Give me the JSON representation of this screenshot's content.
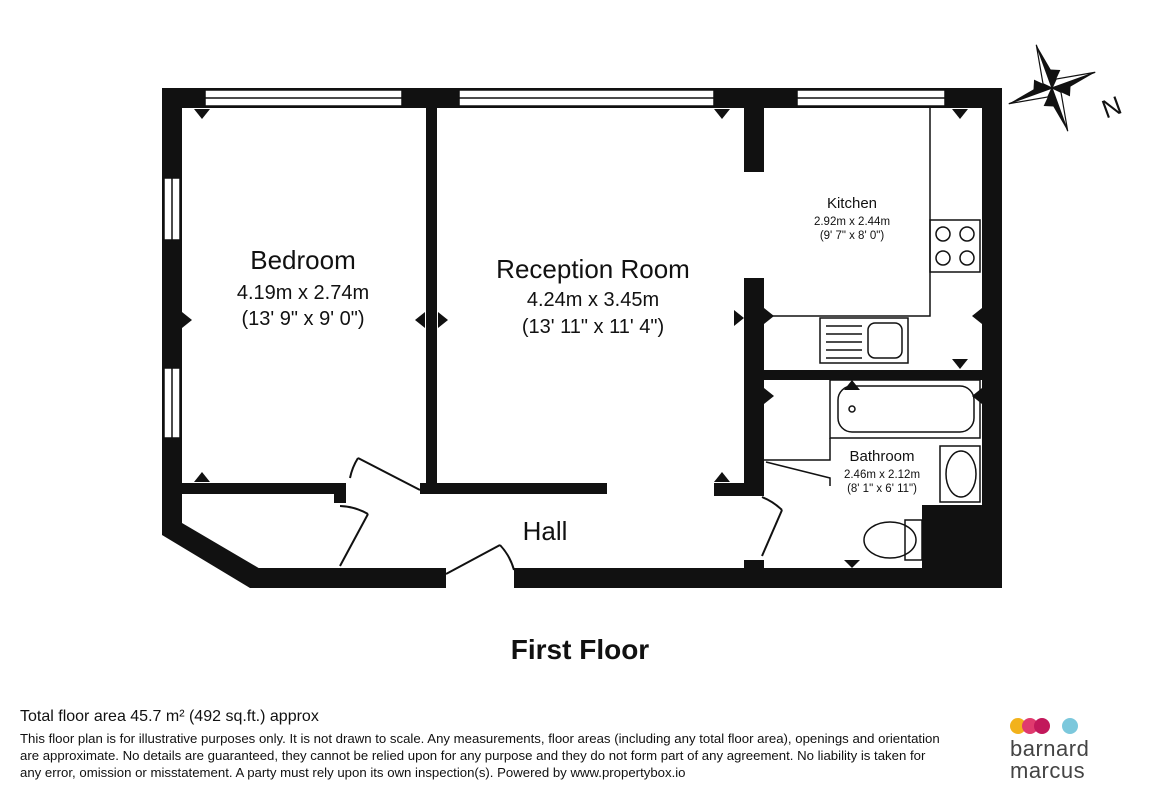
{
  "rooms": {
    "bedroom": {
      "name": "Bedroom",
      "metric": "4.19m x 2.74m",
      "imperial": "(13' 9\" x 9' 0\")"
    },
    "reception": {
      "name": "Reception Room",
      "metric": "4.24m x 3.45m",
      "imperial": "(13' 11\" x 11' 4\")"
    },
    "kitchen": {
      "name": "Kitchen",
      "metric": "2.92m x 2.44m",
      "imperial": "(9' 7\" x 8' 0\")"
    },
    "bathroom": {
      "name": "Bathroom",
      "metric": "2.46m x 2.12m",
      "imperial": "(8' 1\" x 6' 11\")"
    },
    "hall": {
      "name": "Hall"
    }
  },
  "compass": {
    "label": "N"
  },
  "floor_title": "First Floor",
  "footer": {
    "area": "Total floor area 45.7 m² (492 sq.ft.) approx",
    "disclaimer": "This floor plan is for illustrative purposes only. It is not drawn to scale. Any measurements, floor areas (including any total floor area), openings and orientation are approximate. No details are guaranteed, they cannot be relied upon for any purpose and they do not form part of any agreement. No liability is taken for any error, omission or misstatement. A party must rely upon its own inspection(s). Powered by www.propertybox.io"
  },
  "brand": {
    "line1": "barnard",
    "line2": "marcus",
    "dot_colors": [
      "#f2b21b",
      "#e03a6e",
      "#c2185b",
      "#7cc8dc"
    ]
  }
}
